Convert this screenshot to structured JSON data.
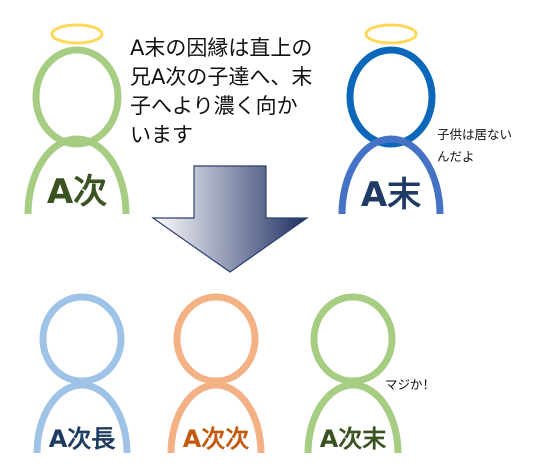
{
  "caption": {
    "lines": [
      "A末の因縁は直上の",
      "兄A次の子達へ、末",
      "子へより濃く向か",
      "います"
    ]
  },
  "speech": {
    "a_matsu_lines": [
      "子供は居ない",
      "んだよ"
    ],
    "a_ji_matsu": "マジか！"
  },
  "figures": {
    "a_ji": {
      "label": "A次",
      "outline_color": "#a6cd82",
      "label_color": "#3b5322",
      "halo_color": "#ffd85a"
    },
    "a_matsu": {
      "label": "A末",
      "outline_color": "#0a67b9",
      "lower_color": "#4572c4",
      "label_color": "#1f3a66",
      "halo_color": "#ffd85a"
    },
    "a_ji_cho": {
      "label": "A次長",
      "outline_color": "#9fc2e7",
      "label_color": "#1f3b62"
    },
    "a_ji_ji": {
      "label": "A次次",
      "outline_color": "#f4b184",
      "label_color": "#c45a10"
    },
    "a_ji_matsu": {
      "label": "A次末",
      "outline_color": "#a6cd82",
      "label_color": "#3b5322"
    }
  },
  "arrow": {
    "gradient_start": "#ffffff",
    "gradient_end": "#1f2f63",
    "stroke": "#2f3f72"
  }
}
